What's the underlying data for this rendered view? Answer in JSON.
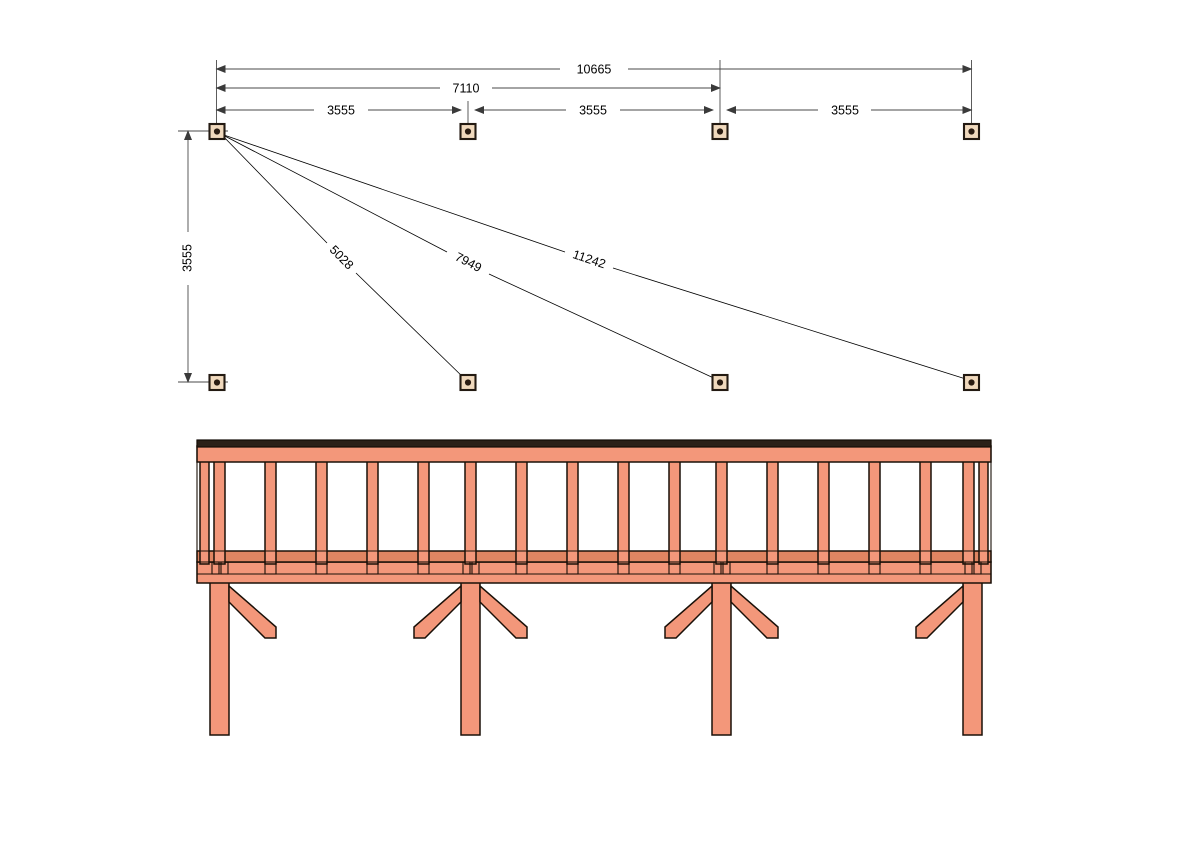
{
  "sheet": {
    "background_color": "#ffffff",
    "line_color": "#000000",
    "wood_fill": "#f3977a",
    "wood_fill_dark": "#e08562",
    "wood_fill_light": "#f8b296",
    "roof_band_color": "#2b2018",
    "marker_fill": "#f0d9bd",
    "marker_stroke": "#231a12"
  },
  "plan": {
    "name": "post-layout-plan",
    "horizontal_dimensions": [
      {
        "label": "10665",
        "row": 1,
        "from_grid": 0,
        "to_grid": 3
      },
      {
        "label": "7110",
        "row": 2,
        "from_grid": 0,
        "to_grid": 2
      },
      {
        "label": "3555",
        "row": 3,
        "from_grid": 0,
        "to_grid": 1
      },
      {
        "label": "3555",
        "row": 3,
        "from_grid": 1,
        "to_grid": 2
      },
      {
        "label": "3555",
        "row": 3,
        "from_grid": 2,
        "to_grid": 3
      }
    ],
    "vertical_dimensions": [
      {
        "label": "3555",
        "orientation": "rotated-90"
      }
    ],
    "diagonal_dimensions": [
      {
        "label": "5028",
        "from": "grid-A-top",
        "to": "grid-B-bottom"
      },
      {
        "label": "7949",
        "from": "grid-A-top",
        "to": "grid-C-bottom"
      },
      {
        "label": "11242",
        "from": "grid-A-top",
        "to": "grid-D-bottom"
      }
    ],
    "post_markers_top": [
      {
        "id": "post-A1"
      },
      {
        "id": "post-B1"
      },
      {
        "id": "post-C1"
      },
      {
        "id": "post-D1"
      }
    ],
    "post_markers_bottom": [
      {
        "id": "post-A2"
      },
      {
        "id": "post-B2"
      },
      {
        "id": "post-C2"
      },
      {
        "id": "post-D2"
      }
    ]
  },
  "elevation": {
    "name": "front-elevation",
    "post_count": 4,
    "stud_count": 16,
    "has_knee_braces": true,
    "brace_note": "interior posts braced both sides, end posts braced inward"
  }
}
